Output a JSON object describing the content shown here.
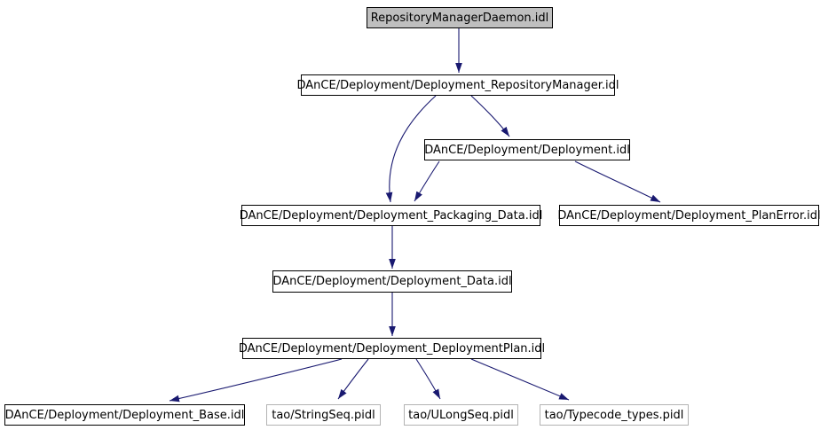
{
  "diagram": {
    "kind": "include-dependency-graph",
    "root": "RepositoryManagerDaemon.idl",
    "nodes": [
      {
        "id": "root",
        "label": "RepositoryManagerDaemon.idl",
        "role": "root"
      },
      {
        "id": "repo_manager",
        "label": "DAnCE/Deployment/Deployment_RepositoryManager.idl",
        "role": "internal"
      },
      {
        "id": "deployment",
        "label": "DAnCE/Deployment/Deployment.idl",
        "role": "internal"
      },
      {
        "id": "packaging_data",
        "label": "DAnCE/Deployment/Deployment_Packaging_Data.idl",
        "role": "internal"
      },
      {
        "id": "plan_error",
        "label": "DAnCE/Deployment/Deployment_PlanError.idl",
        "role": "internal"
      },
      {
        "id": "data",
        "label": "DAnCE/Deployment/Deployment_Data.idl",
        "role": "internal"
      },
      {
        "id": "deployment_plan",
        "label": "DAnCE/Deployment/Deployment_DeploymentPlan.idl",
        "role": "internal"
      },
      {
        "id": "base",
        "label": "DAnCE/Deployment/Deployment_Base.idl",
        "role": "internal"
      },
      {
        "id": "stringseq",
        "label": "tao/StringSeq.pidl",
        "role": "external"
      },
      {
        "id": "ulongseq",
        "label": "tao/ULongSeq.pidl",
        "role": "external"
      },
      {
        "id": "typecode_types",
        "label": "tao/Typecode_types.pidl",
        "role": "external"
      }
    ],
    "edges": [
      {
        "from": "root",
        "to": "repo_manager"
      },
      {
        "from": "repo_manager",
        "to": "deployment"
      },
      {
        "from": "repo_manager",
        "to": "packaging_data"
      },
      {
        "from": "deployment",
        "to": "packaging_data"
      },
      {
        "from": "deployment",
        "to": "plan_error"
      },
      {
        "from": "packaging_data",
        "to": "data"
      },
      {
        "from": "data",
        "to": "deployment_plan"
      },
      {
        "from": "deployment_plan",
        "to": "base"
      },
      {
        "from": "deployment_plan",
        "to": "stringseq"
      },
      {
        "from": "deployment_plan",
        "to": "ulongseq"
      },
      {
        "from": "deployment_plan",
        "to": "typecode_types"
      }
    ],
    "colors": {
      "background": "#ffffff",
      "edge": "#191970",
      "node_border": "#000000",
      "node_fill": "#ffffff",
      "root_fill": "#bfbfbf",
      "external_border": "#b3b3b3",
      "text": "#000000"
    }
  }
}
